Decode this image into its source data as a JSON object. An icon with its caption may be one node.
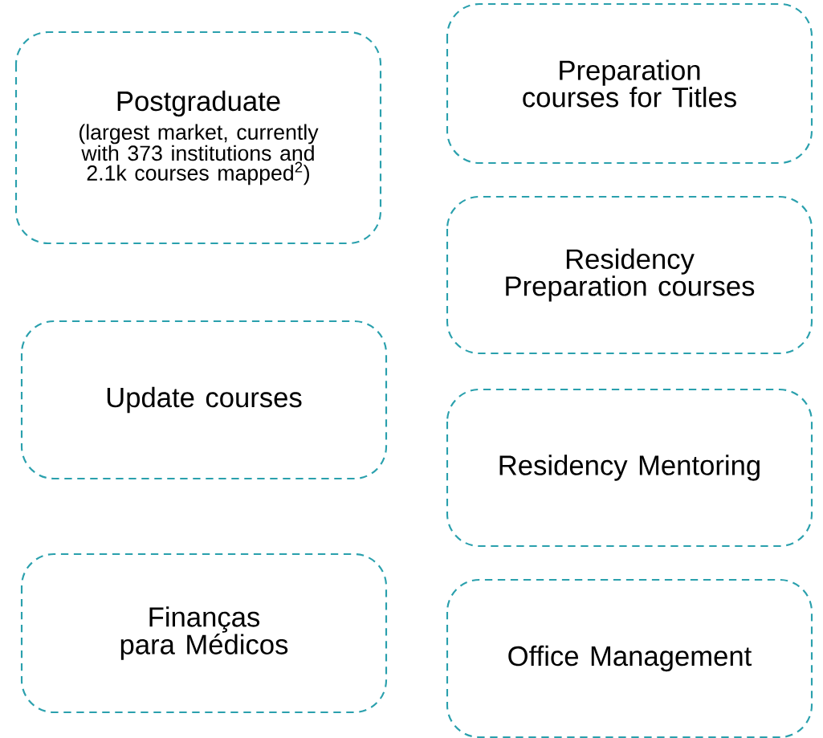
{
  "diagram": {
    "nodes": [
      {
        "text": [
          "Postgraduate",
          "(largest market, currently with 373 institutions and 2.1k courses mapped$^{2}$)"
        ]
      },
      {
        "text": [
          "Update courses"
        ]
      },
      {
        "text": [
          "Finanças para Médicos"
        ]
      },
      {
        "text": [
          "Preparation courses for Titles"
        ]
      },
      {
        "text": [
          "Residency Preparation courses"
        ]
      },
      {
        "text": [
          "Residency Mentoring"
        ]
      },
      {
        "text": [
          "Office Management"
        ]
      }
    ]
  }
}
